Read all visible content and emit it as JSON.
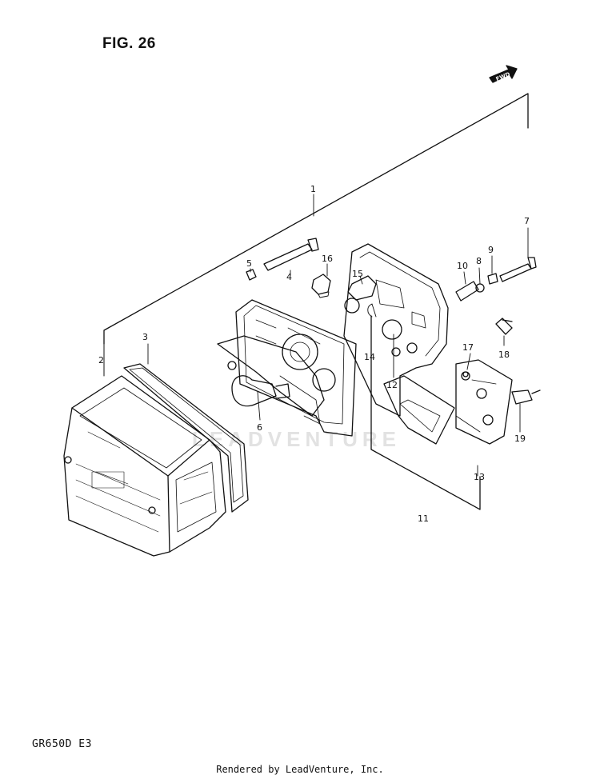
{
  "figure": {
    "title": "FIG. 26",
    "model_code": "GR650D  E3",
    "credit": "Rendered by LeadVenture, Inc.",
    "watermark": "LEADVENTURE",
    "fwd_label": "FWD"
  },
  "callouts": [
    "1",
    "2",
    "3",
    "4",
    "5",
    "6",
    "7",
    "8",
    "9",
    "10",
    "11",
    "12",
    "13",
    "14",
    "15",
    "16",
    "17",
    "18",
    "19"
  ]
}
